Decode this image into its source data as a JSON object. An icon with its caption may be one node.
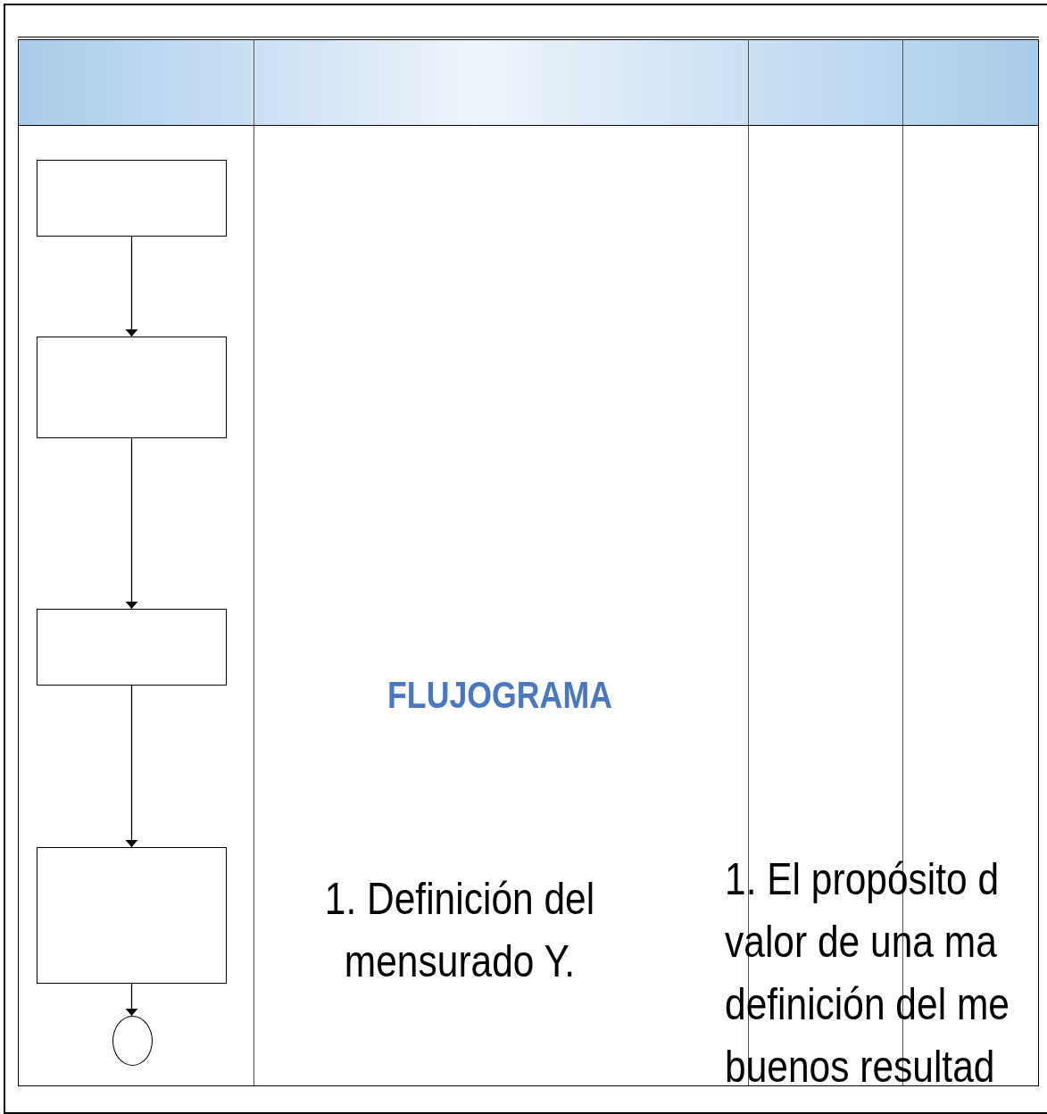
{
  "diagram": {
    "nodes": [
      {
        "text": [],
        "shape": "box"
      },
      {
        "text": [],
        "shape": "box"
      },
      {
        "text": [],
        "shape": "box"
      },
      {
        "text": [],
        "shape": "box"
      },
      {
        "text": [],
        "shape": "circle"
      }
    ],
    "edges": [
      {
        "from": 0,
        "to": 1,
        "arrow": "to"
      },
      {
        "from": 1,
        "to": 2,
        "arrow": "to"
      },
      {
        "from": 2,
        "to": 3,
        "arrow": "to"
      },
      {
        "from": 3,
        "to": 4,
        "arrow": "to"
      }
    ],
    "labels": [
      "FLUJOGRAMA",
      "1. Definición del mensurado Y.",
      "1. El propósito d valor de una ma definición del me buenos resultad"
    ]
  }
}
